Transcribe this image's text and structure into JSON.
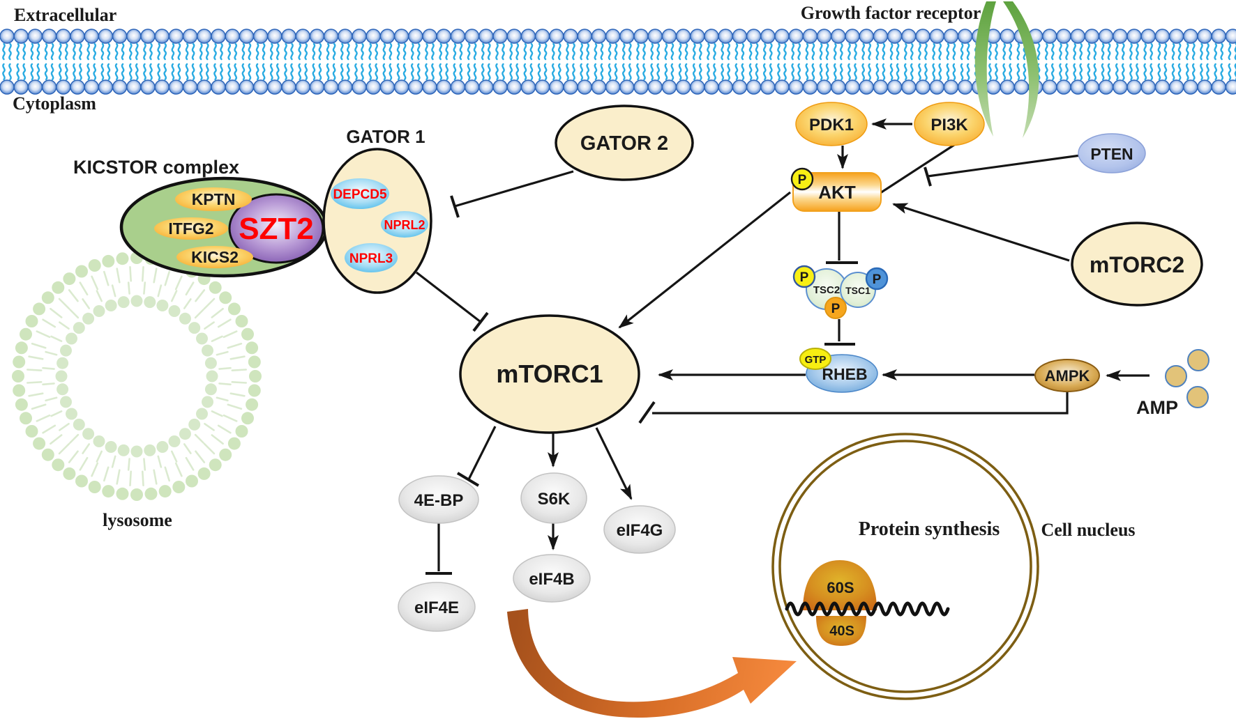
{
  "figure": {
    "regions": {
      "extracellular": "Extracellular",
      "cytoplasm": "Cytoplasm",
      "lysosome": "lysosome",
      "cell_nucleus": "Cell nucleus",
      "protein_synthesis": "Protein synthesis"
    },
    "receptor_label": "Growth factor receptor",
    "complex_labels": {
      "kicstor": "KICSTOR complex",
      "gator1": "GATOR 1",
      "gator2": "GATOR 2"
    },
    "nodes": {
      "kptn": "KPTN",
      "itfg2": "ITFG2",
      "kics2": "KICS2",
      "szt2": "SZT2",
      "depcd5": "DEPCD5",
      "nprl2": "NPRL2",
      "nprl3": "NPRL3",
      "pdk1": "PDK1",
      "pi3k": "PI3K",
      "pten": "PTEN",
      "akt": "AKT",
      "tsc2": "TSC2",
      "tsc1": "TSC1",
      "phospho": "P",
      "gtp": "GTP",
      "rheb": "RHEB",
      "ampk": "AMPK",
      "amp": "AMP",
      "mtorc1": "mTORC1",
      "mtorc2": "mTORC2",
      "fourebp": "4E-BP",
      "s6k": "S6K",
      "eif4g": "eIF4G",
      "eif4e": "eIF4E",
      "eif4b": "eIF4B",
      "ribosome_60s": "60S",
      "ribosome_40s": "40S"
    },
    "edges": [
      {
        "from": "GATOR 2",
        "to": "GATOR 1",
        "type": "inhibits"
      },
      {
        "from": "GATOR 1",
        "to": "mTORC1",
        "type": "inhibits"
      },
      {
        "from": "PI3K",
        "to": "PDK1",
        "type": "activates"
      },
      {
        "from": "PDK1",
        "to": "AKT",
        "type": "activates"
      },
      {
        "from": "PI3K",
        "to": "AKT",
        "type": "binds"
      },
      {
        "from": "PTEN",
        "to": "PI3K/AKT",
        "type": "inhibits"
      },
      {
        "from": "mTORC2",
        "to": "AKT",
        "type": "activates"
      },
      {
        "from": "AKT",
        "to": "TSC1/TSC2",
        "type": "inhibits"
      },
      {
        "from": "TSC1/TSC2",
        "to": "RHEB",
        "type": "inhibits"
      },
      {
        "from": "AKT",
        "to": "mTORC1",
        "type": "activates"
      },
      {
        "from": "RHEB",
        "to": "mTORC1",
        "type": "activates"
      },
      {
        "from": "AMP",
        "to": "AMPK",
        "type": "activates"
      },
      {
        "from": "AMPK",
        "to": "RHEB",
        "type": "activates"
      },
      {
        "from": "AMPK",
        "to": "mTORC1",
        "type": "inhibits"
      },
      {
        "from": "mTORC1",
        "to": "4E-BP",
        "type": "inhibits"
      },
      {
        "from": "mTORC1",
        "to": "S6K",
        "type": "activates"
      },
      {
        "from": "mTORC1",
        "to": "eIF4G",
        "type": "activates"
      },
      {
        "from": "4E-BP",
        "to": "eIF4E",
        "type": "inhibits"
      },
      {
        "from": "S6K",
        "to": "eIF4B",
        "type": "activates"
      },
      {
        "from": "eIF4B",
        "to": "Protein synthesis",
        "type": "leads-to"
      }
    ],
    "colors": {
      "cream_complex": "#faeecb",
      "kicstor_green": "#a9cf8c",
      "szt2_purple": "#6a3da0",
      "blue_subunit": "#3cb4e8",
      "orange_node": "#f6a51c",
      "pten_blue": "#a9bce3",
      "rheb_blue": "#5b9bd5",
      "ampk_brown": "#ab741c",
      "gray_node": "#d9d9d9",
      "membrane_head": "#3a6ec4",
      "membrane_tail": "#29abe2",
      "nucleus_ring": "#7d5e13",
      "ribosome_orange": "#cc6b1a",
      "big_arrow_orange": "#e06f28",
      "red_text": "#fe0000"
    }
  }
}
